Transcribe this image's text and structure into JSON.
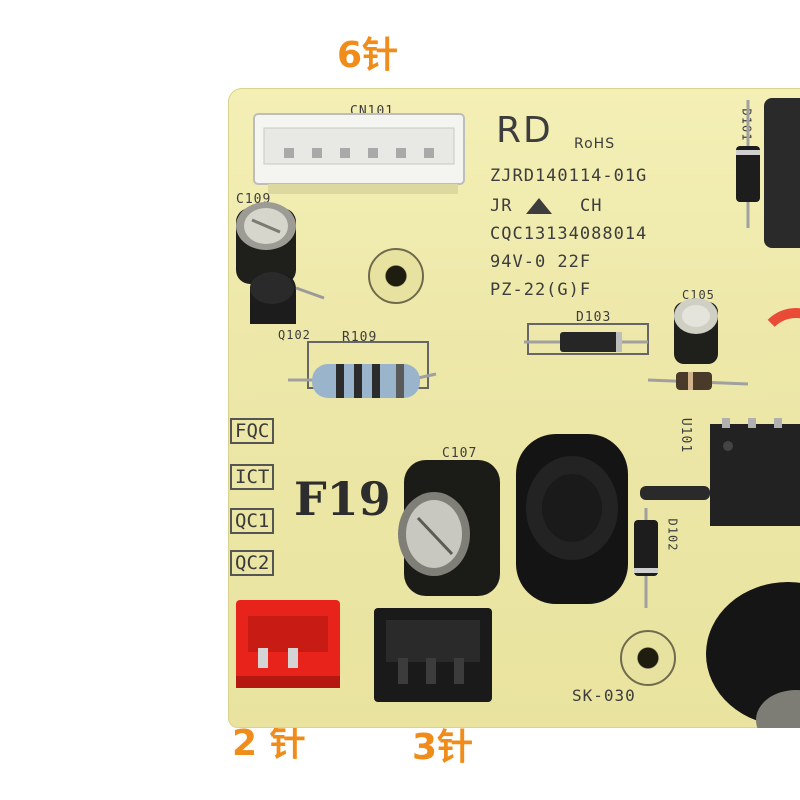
{
  "captions": {
    "six_pin": "6针",
    "two_pin": "2 针",
    "three_pin": "3针"
  },
  "silkscreen": {
    "cn101": "CN101",
    "rd": "RD",
    "rohs": "RoHS",
    "part_no": "ZJRD140114-01G",
    "jr": "JR",
    "ch": "CH",
    "cqc": "CQC13134088014",
    "rating": "94V-0 22F",
    "pz": "PZ-22(G)F",
    "c109": "C109",
    "q102": "Q102",
    "r109": "R109",
    "d103": "D103",
    "c105": "C105",
    "c107": "C107",
    "u101": "U101",
    "d101": "D101",
    "d102": "D102",
    "f19": "F19",
    "sk": "SK-030",
    "fqc": "FQC",
    "ict": "ICT",
    "qc1": "QC1",
    "qc2": "QC2"
  },
  "colors": {
    "caption": "#f08c1a",
    "board": "#efe9ab",
    "red_connector": "#e8231c",
    "black_connector": "#1a1a1a"
  }
}
